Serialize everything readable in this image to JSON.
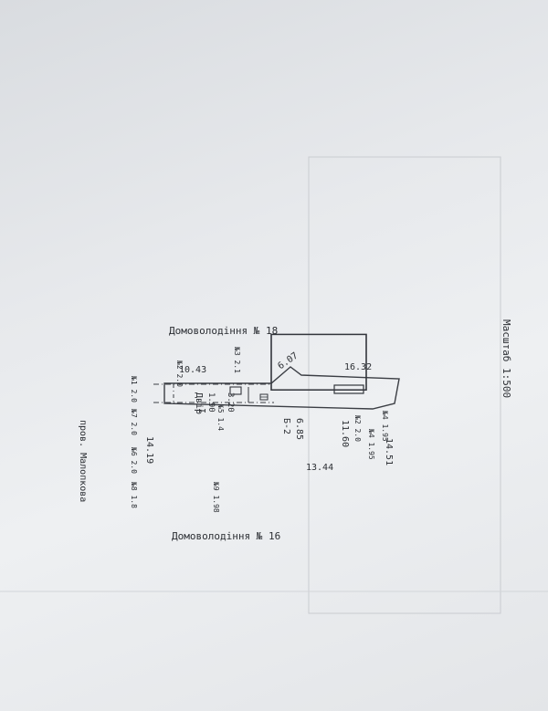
{
  "neighbors": {
    "top": "Домоволодіння № 18",
    "bottom": "Домоволодіння № 16",
    "street": "пров. Малопкова"
  },
  "scale_edge": "Масштаб 1:500",
  "buildings": {
    "main": {
      "code": "Б-2",
      "height": "6.85"
    },
    "yard": "Двір",
    "yard_mark": "I"
  },
  "dimensions": {
    "top_left": "10.43",
    "top_mid": "6.07",
    "top_right": "16.32",
    "right": "14.51",
    "inner_length": "11.60",
    "inner_bottom": "13.44",
    "left": "14.19",
    "gap_a": "3.20",
    "gap_b": "1.90"
  },
  "points": [
    {
      "num": "№1",
      "val": "2.0"
    },
    {
      "num": "№2",
      "val": "2.0"
    },
    {
      "num": "№3",
      "val": "2.1"
    },
    {
      "num": "№4",
      "val": "1.95"
    },
    {
      "num": "№5",
      "val": "1.4"
    },
    {
      "num": "№6",
      "val": "2.0"
    },
    {
      "num": "№7",
      "val": "2.0"
    },
    {
      "num": "№8",
      "val": "1.8"
    },
    {
      "num": "№9",
      "val": "1.98"
    },
    {
      "num": "№2",
      "val": "2.0"
    },
    {
      "num": "№4",
      "val": "1.95"
    }
  ]
}
